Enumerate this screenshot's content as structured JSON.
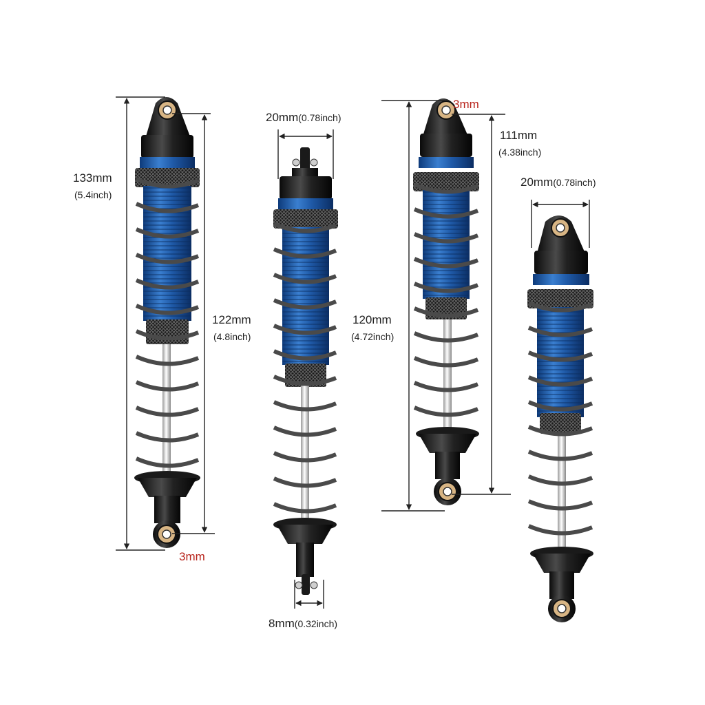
{
  "dimensions": {
    "shock_a_total": "133mm",
    "shock_a_total_inch": "(5.4inch)",
    "shock_a_eye": "122mm",
    "shock_a_eye_inch": "(4.8inch)",
    "shock_a_hole": "3mm",
    "shock_b_width": "20mm",
    "shock_b_width_inch": "(0.78inch)",
    "shock_b_end": "8mm",
    "shock_b_end_inch": "(0.32inch)",
    "shock_c_total": "120mm",
    "shock_c_total_inch": "(4.72inch)",
    "shock_c_eye": "111mm",
    "shock_c_eye_inch": "(4.38inch)",
    "shock_c_hole": "3mm",
    "shock_d_width": "20mm",
    "shock_d_width_inch": "(0.78inch)"
  },
  "colors": {
    "anodized_blue": "#1f5aa8",
    "black_aluminum": "#1b1b1b",
    "spring_steel": "#555555",
    "shaft_chrome": "#d9d9d9",
    "bushing_brass": "#d8b584",
    "label_red": "#b8241c"
  }
}
